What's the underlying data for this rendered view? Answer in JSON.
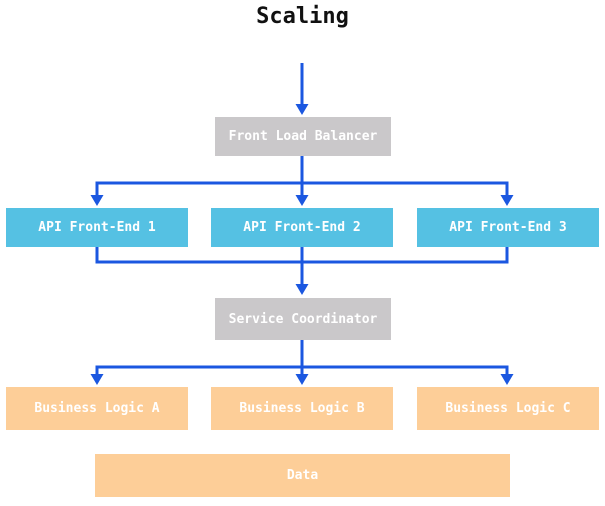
{
  "title": "Scaling",
  "colors": {
    "arrow": "#1b57e0",
    "coordinator_fill": "#cac8ca",
    "api_fill": "#55c1e3",
    "logic_fill": "#fdce98",
    "node_text": "#ffffff",
    "title_text": "#111111",
    "background": "#ffffff"
  },
  "nodes": {
    "front_load_balancer": {
      "label": "Front Load Balancer",
      "type": "coordinator"
    },
    "api_front_end_1": {
      "label": "API Front-End 1",
      "type": "api"
    },
    "api_front_end_2": {
      "label": "API Front-End 2",
      "type": "api"
    },
    "api_front_end_3": {
      "label": "API Front-End 3",
      "type": "api"
    },
    "service_coordinator": {
      "label": "Service Coordinator",
      "type": "coordinator"
    },
    "business_logic_a": {
      "label": "Business Logic A",
      "type": "logic"
    },
    "business_logic_b": {
      "label": "Business Logic B",
      "type": "logic"
    },
    "business_logic_c": {
      "label": "Business Logic C",
      "type": "logic"
    },
    "data": {
      "label": "Data",
      "type": "logic"
    }
  },
  "edges": [
    {
      "from": "start",
      "to": "front_load_balancer"
    },
    {
      "from": "front_load_balancer",
      "to": "api_front_end_1"
    },
    {
      "from": "front_load_balancer",
      "to": "api_front_end_2"
    },
    {
      "from": "front_load_balancer",
      "to": "api_front_end_3"
    },
    {
      "from": "api_front_end_1",
      "to": "service_coordinator"
    },
    {
      "from": "api_front_end_2",
      "to": "service_coordinator"
    },
    {
      "from": "api_front_end_3",
      "to": "service_coordinator"
    },
    {
      "from": "service_coordinator",
      "to": "business_logic_a"
    },
    {
      "from": "service_coordinator",
      "to": "business_logic_b"
    },
    {
      "from": "service_coordinator",
      "to": "business_logic_c"
    }
  ]
}
